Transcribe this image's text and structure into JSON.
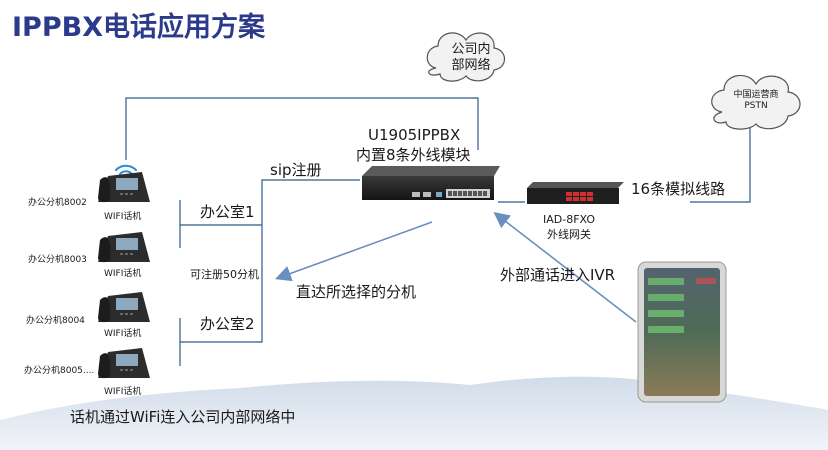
{
  "title": "IPPBX电话应用方案",
  "cloud_lan": {
    "line1": "公司内",
    "line2": "部网络"
  },
  "cloud_pstn": {
    "line1": "中国运营商",
    "line2": "PSTN"
  },
  "pbx": {
    "model": "U1905IPPBX",
    "desc": "内置8条外线模块"
  },
  "gateway": {
    "model": "IAD-8FXO",
    "desc": "外线网关"
  },
  "analog_lines": "16条模拟线路",
  "sip_register": "sip注册",
  "office1": "办公室1",
  "office2": "办公室2",
  "register_capacity": "可注册50分机",
  "direct_ext": "直达所选择的分机",
  "external_ivr": "外部通话进入IVR",
  "wifi_note": "话机通过WiFi连入公司内部网络中",
  "phones": [
    {
      "ext": "办公分机8002",
      "tag": "WIFI话机"
    },
    {
      "ext": "办公分机8003",
      "tag": "WIFI话机"
    },
    {
      "ext": "办公分机8004",
      "tag": "WIFI话机"
    },
    {
      "ext": "办公分机8005....",
      "tag": "WIFI话机"
    }
  ],
  "colors": {
    "title": "#2b3a8a",
    "link_line": "#2f5b8c",
    "arrow": "#6a8fbf",
    "device": "#2a2a2a",
    "port_red": "#d03030"
  },
  "icons": [
    "wifi-icon",
    "ip-phone-icon",
    "pbx-device-icon",
    "gateway-device-icon",
    "smartphone-icon",
    "cloud-icon"
  ]
}
